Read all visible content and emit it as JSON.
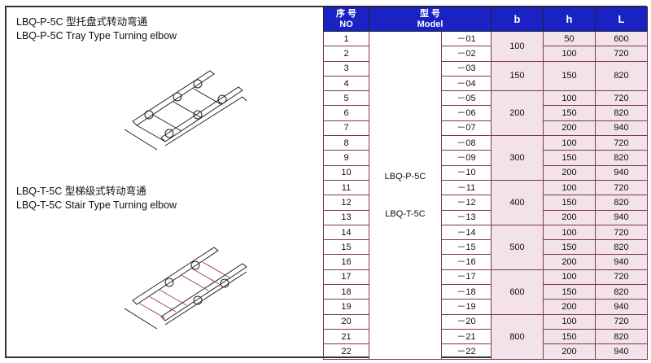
{
  "left": {
    "p_title_cn": "LBQ-P-5C 型托盘式转动弯通",
    "p_title_en": "LBQ-P-5C Tray Type Turning elbow",
    "t_title_cn": "LBQ-T-5C 型梯级式转动弯通",
    "t_title_en": "LBQ-T-5C Stair Type Turning elbow"
  },
  "table": {
    "headers": {
      "no_cn": "序 号",
      "no_en": "NO",
      "model_cn": "型 号",
      "model_en": "Model",
      "b": "b",
      "h": "h",
      "L": "L"
    },
    "models": [
      "LBQ-P-5C",
      "LBQ-T-5C"
    ],
    "rows": [
      {
        "no": "1",
        "suffix": "－01",
        "b": "100",
        "h": "50",
        "L": "600"
      },
      {
        "no": "2",
        "suffix": "－02",
        "h": "100",
        "L": "720"
      },
      {
        "no": "3",
        "suffix": "－03",
        "b": "150",
        "h": "150",
        "L": "820"
      },
      {
        "no": "4",
        "suffix": "－04"
      },
      {
        "no": "5",
        "suffix": "－05",
        "b": "200",
        "h": "100",
        "L": "720"
      },
      {
        "no": "6",
        "suffix": "－06",
        "h": "150",
        "L": "820"
      },
      {
        "no": "7",
        "suffix": "－07",
        "h": "200",
        "L": "940"
      },
      {
        "no": "8",
        "suffix": "－08",
        "b": "300",
        "h": "100",
        "L": "720"
      },
      {
        "no": "9",
        "suffix": "－09",
        "h": "150",
        "L": "820"
      },
      {
        "no": "10",
        "suffix": "－10",
        "h": "200",
        "L": "940"
      },
      {
        "no": "11",
        "suffix": "－11",
        "b": "400",
        "h": "100",
        "L": "720"
      },
      {
        "no": "12",
        "suffix": "－12",
        "h": "150",
        "L": "820"
      },
      {
        "no": "13",
        "suffix": "－13",
        "h": "200",
        "L": "940"
      },
      {
        "no": "14",
        "suffix": "－14",
        "b": "500",
        "h": "100",
        "L": "720"
      },
      {
        "no": "15",
        "suffix": "－15",
        "h": "150",
        "L": "820"
      },
      {
        "no": "16",
        "suffix": "－16",
        "h": "200",
        "L": "940"
      },
      {
        "no": "17",
        "suffix": "－17",
        "b": "600",
        "h": "100",
        "L": "720"
      },
      {
        "no": "18",
        "suffix": "－18",
        "h": "150",
        "L": "820"
      },
      {
        "no": "19",
        "suffix": "－19",
        "h": "200",
        "L": "940"
      },
      {
        "no": "20",
        "suffix": "－20",
        "b": "800",
        "h": "100",
        "L": "720"
      },
      {
        "no": "21",
        "suffix": "－21",
        "h": "150",
        "L": "820"
      },
      {
        "no": "22",
        "suffix": "－22",
        "h": "200",
        "L": "940"
      }
    ]
  }
}
